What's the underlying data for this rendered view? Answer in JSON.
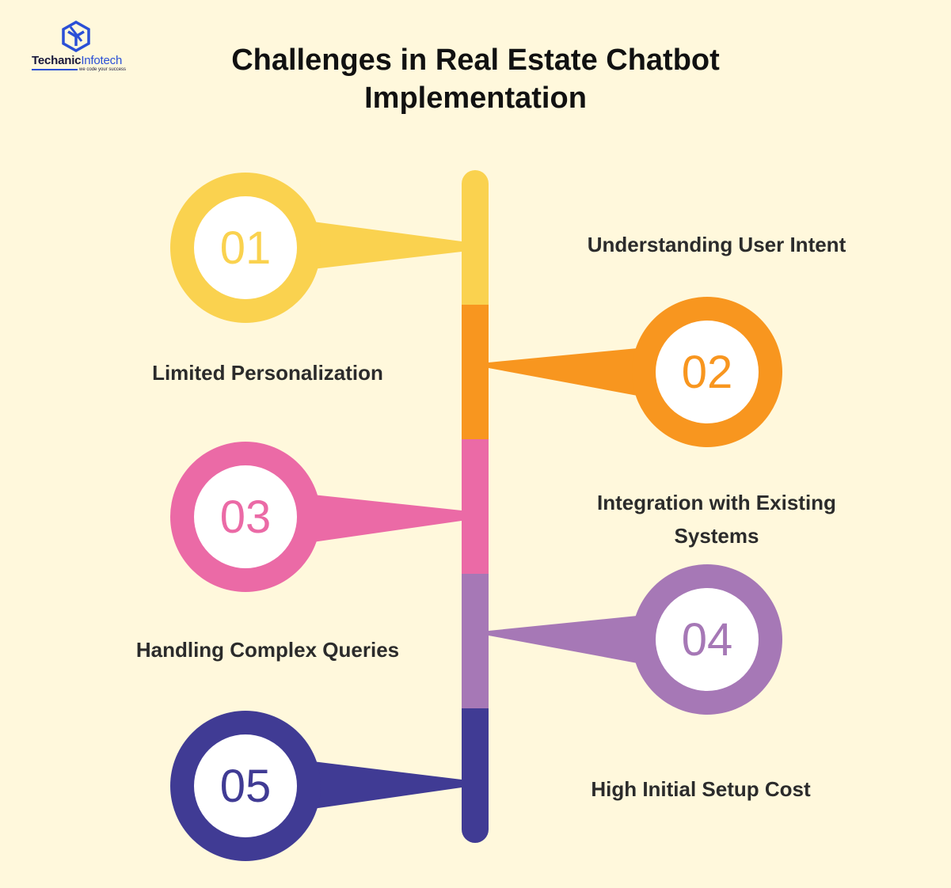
{
  "logo": {
    "name_part1": "Techanic",
    "name_part2": "Infotech",
    "tagline": "we code your success",
    "icon": "cube-network-icon",
    "color": "#2a4fd6"
  },
  "title": {
    "line1": "Challenges in Real Estate Chatbot",
    "line2": "Implementation"
  },
  "steps": [
    {
      "number": "01",
      "label": "Understanding User Intent",
      "color": "#fad24f"
    },
    {
      "number": "02",
      "label": "Limited Personalization",
      "color": "#f8961f"
    },
    {
      "number": "03",
      "label": "Integration with Existing Systems",
      "color": "#eb6aa6"
    },
    {
      "number": "04",
      "label": "Handling Complex Queries",
      "color": "#a678b6"
    },
    {
      "number": "05",
      "label": "High Initial Setup Cost",
      "color": "#403b94"
    }
  ]
}
